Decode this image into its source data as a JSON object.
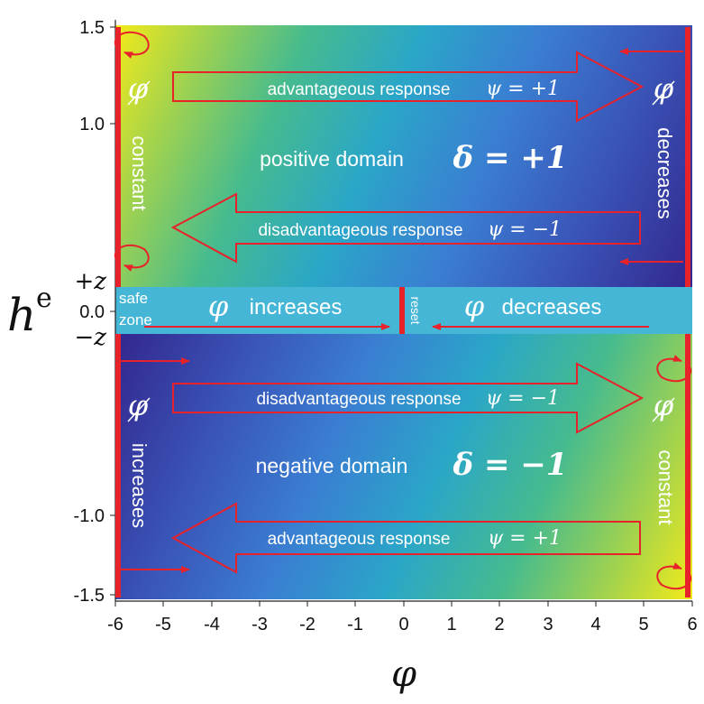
{
  "axes": {
    "x_label": "φ",
    "y_label_main": "h",
    "y_label_sup": "e",
    "x_ticks": [
      "-6",
      "-5",
      "-4",
      "-3",
      "-2",
      "-1",
      "0",
      "1",
      "2",
      "3",
      "4",
      "5",
      "6"
    ],
    "y_ticks": [
      "1.5",
      "1.0",
      "0.0",
      "-1.0",
      "-1.5"
    ],
    "y_plus_z": "+z",
    "y_minus_z": "−z"
  },
  "band": {
    "safe_zone_line1": "safe",
    "safe_zone_line2": "zone",
    "increases_label": "increases",
    "decreases_label": "decreases",
    "reset_label": "reset",
    "phi_symbol": "φ"
  },
  "upper": {
    "domain_label": "positive domain",
    "delta_label": "δ = +1",
    "top_arrow_text": "advantageous response",
    "top_arrow_psi": "ψ = +1",
    "bottom_arrow_text": "disadvantageous response",
    "bottom_arrow_psi": "ψ = −1",
    "left_wall_label": "constant",
    "right_wall_label": "decreases"
  },
  "lower": {
    "domain_label": "negative domain",
    "delta_label": "δ = −1",
    "top_arrow_text": "disadvantageous response",
    "top_arrow_psi": "ψ = −1",
    "bottom_arrow_text": "advantageous response",
    "bottom_arrow_psi": "ψ = +1",
    "left_wall_label": "increases",
    "right_wall_label": "constant"
  },
  "colors": {
    "arrow": "#e8222a",
    "band": "#45b6d6",
    "label": "#ffffff"
  }
}
